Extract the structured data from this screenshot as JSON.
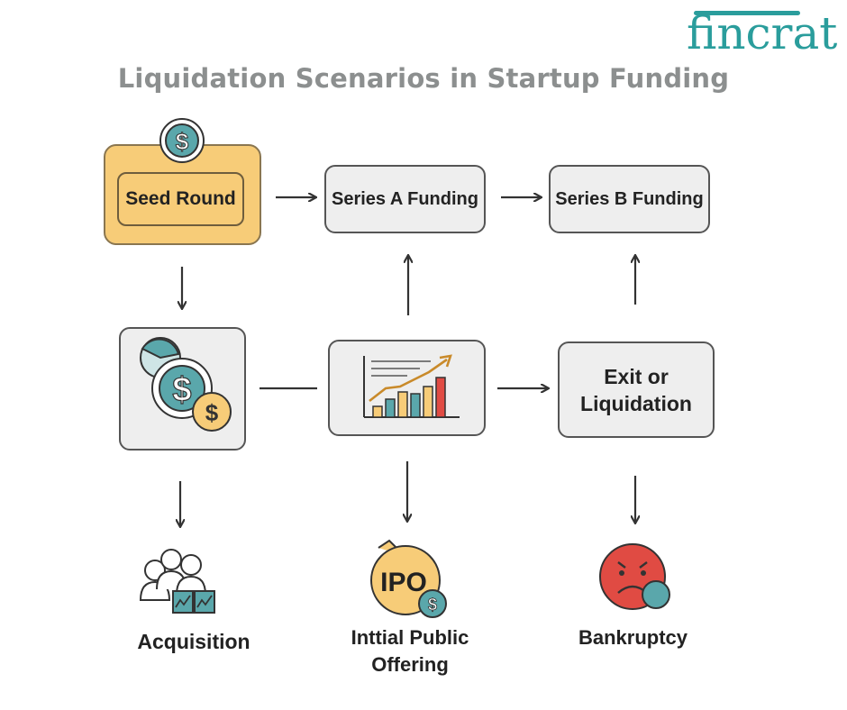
{
  "brand": {
    "logo_text": "fincrat"
  },
  "title": "Liquidation Scenarios in Startup Funding",
  "nodes": {
    "seed": "Seed Round",
    "series_a": "Series A Funding",
    "series_b": "Series B Funding",
    "exit": "Exit or Liquidation",
    "exit_line1": "Exit or",
    "exit_line2": "Liquidation"
  },
  "outcomes": {
    "acquisition": "Acquisition",
    "ipo_badge": "IPO",
    "ipo_line1": "Inttial Public",
    "ipo_line2": "Offering",
    "bankruptcy": "Bankruptcy"
  },
  "colors": {
    "brand": "#2a9d9c",
    "title": "#8c8f8f",
    "seed_fill": "#f7cc78",
    "box_fill": "#eeeeee",
    "teal": "#5aa7ab",
    "sad_face": "#e04b43"
  },
  "icons": [
    "dollar-coin-icon",
    "coins-icon",
    "growth-chart-icon",
    "people-chart-icon",
    "ipo-icon",
    "sad-face-icon"
  ]
}
